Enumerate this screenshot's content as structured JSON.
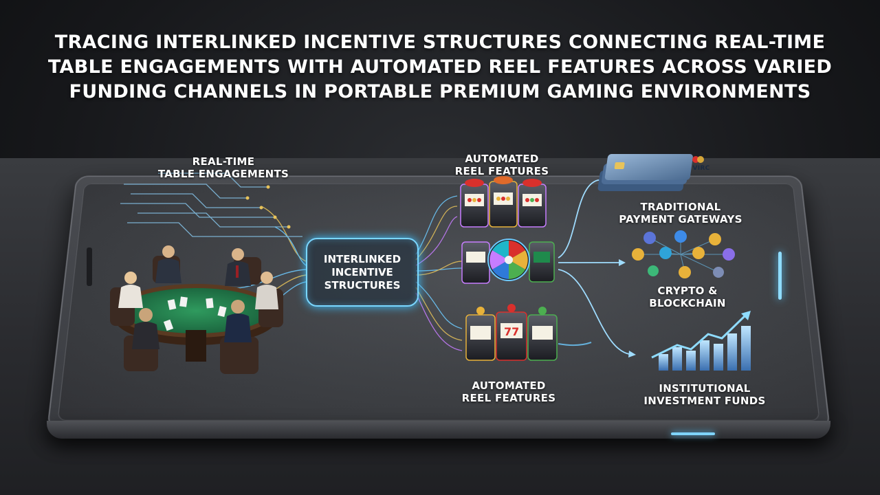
{
  "title": {
    "line1": "TRACING INTERLINKED INCENTIVE STRUCTURES CONNECTING REAL-TIME",
    "line2": "TABLE ENGAGEMENTS WITH AUTOMATED REEL FEATURES ACROSS VARIED",
    "line3": "FUNDING CHANNELS IN PORTABLE PREMIUM GAMING ENVIRONMENTS"
  },
  "nodes": {
    "table": {
      "line1": "REAL-TIME",
      "line2": "TABLE ENGAGEMENTS"
    },
    "hub": {
      "line1": "INTERLINKED",
      "line2": "INCENTIVE",
      "line3": "STRUCTURES"
    },
    "reels_top": {
      "line1": "AUTOMATED",
      "line2": "REEL FEATURES"
    },
    "reels_bottom": {
      "line1": "AUTOMATED",
      "line2": "REEL FEATURES"
    },
    "payment": {
      "line1": "TRADITIONAL",
      "line2": "PAYMENT GATEWAYS"
    },
    "crypto": {
      "line1": "CRYPTO &",
      "line2": "BLOCKCHAIN"
    },
    "funds": {
      "line1": "INSTITUTIONAL",
      "line2": "INVESTMENT FUNDS"
    }
  },
  "card_text": {
    "brand": "VIRC"
  },
  "colors": {
    "accent_glow": "#5ecbff",
    "felt": "#1f7a4a",
    "gold": "#e8b23a",
    "text": "#ffffff"
  }
}
